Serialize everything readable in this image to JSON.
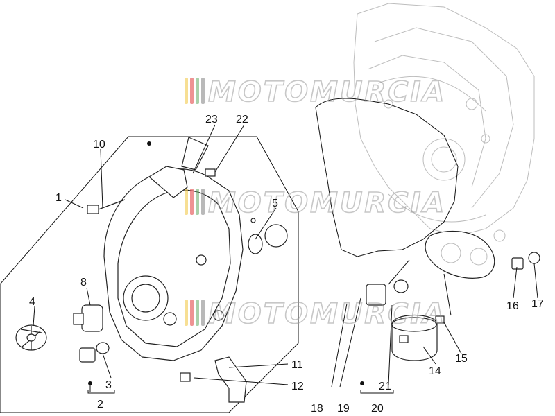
{
  "watermark": {
    "text": "MOTOMURCIA",
    "colors": [
      "#f2c94c",
      "#e24b4b",
      "#6fb36f",
      "#8a8a8a"
    ]
  },
  "labels": {
    "l1": "1",
    "l2": "2",
    "l3": "3",
    "l4": "4",
    "l5": "5",
    "l8": "8",
    "l10": "10",
    "l11": "11",
    "l12": "12",
    "l14": "14",
    "l15": "15",
    "l16": "16",
    "l17": "17",
    "l18": "18",
    "l19": "19",
    "l20": "20",
    "l21": "21",
    "l22": "22",
    "l23": "23"
  }
}
